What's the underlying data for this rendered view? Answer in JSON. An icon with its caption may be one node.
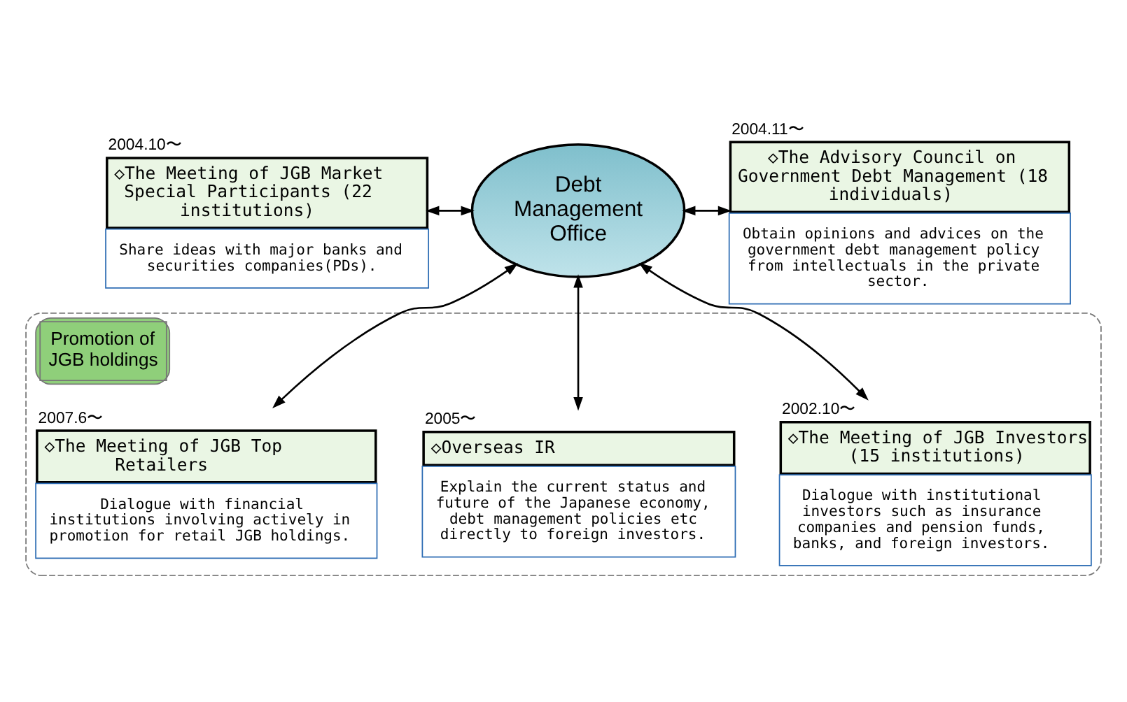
{
  "diagram": {
    "nodes": [
      {
        "text": [
          "Debt Management Office"
        ]
      },
      {
        "text": [
          "◇The Meeting of JGB Market Special Participants (22 institutions)",
          "Share ideas with major banks and securities companies(PDs)."
        ],
        "beside": [
          "2004.10〜"
        ]
      },
      {
        "text": [
          "◇The Advisory Council on Government Debt Management (18 individuals)",
          "Obtain opinions and advices on the government debt management policy from intellectuals in the private sector."
        ],
        "beside": [
          "2004.11〜"
        ]
      },
      {
        "text": [
          "Promotion of JGB holdings"
        ]
      },
      {
        "text": [
          "◇The Meeting of JGB Investors (15 institutions)",
          "Dialogue with institutional investors such as insurance companies and pension funds, banks, and foreign investors."
        ],
        "beside": [
          "2002.10〜"
        ],
        "in": 3
      },
      {
        "text": [
          "◇Overseas IR",
          "Explain the current status and future of the Japanese economy, debt management policies etc directly to foreign investors."
        ],
        "beside": [
          "2005〜"
        ],
        "in": 3
      },
      {
        "text": [
          "◇The Meeting of JGB Top Retailers",
          "Dialogue with financial institutions involving actively in promotion for retail JGB holdings."
        ],
        "beside": [
          "2007.6〜"
        ],
        "in": 3
      }
    ],
    "edges": [
      {
        "from": 1,
        "to": 0,
        "arrow": "both"
      },
      {
        "from": 0,
        "to": 2,
        "arrow": "both"
      },
      {
        "from": 0,
        "to": 4,
        "arrow": "both"
      },
      {
        "from": 0,
        "to": 5,
        "arrow": "both"
      },
      {
        "from": 0,
        "to": 6,
        "arrow": "both"
      }
    ]
  }
}
